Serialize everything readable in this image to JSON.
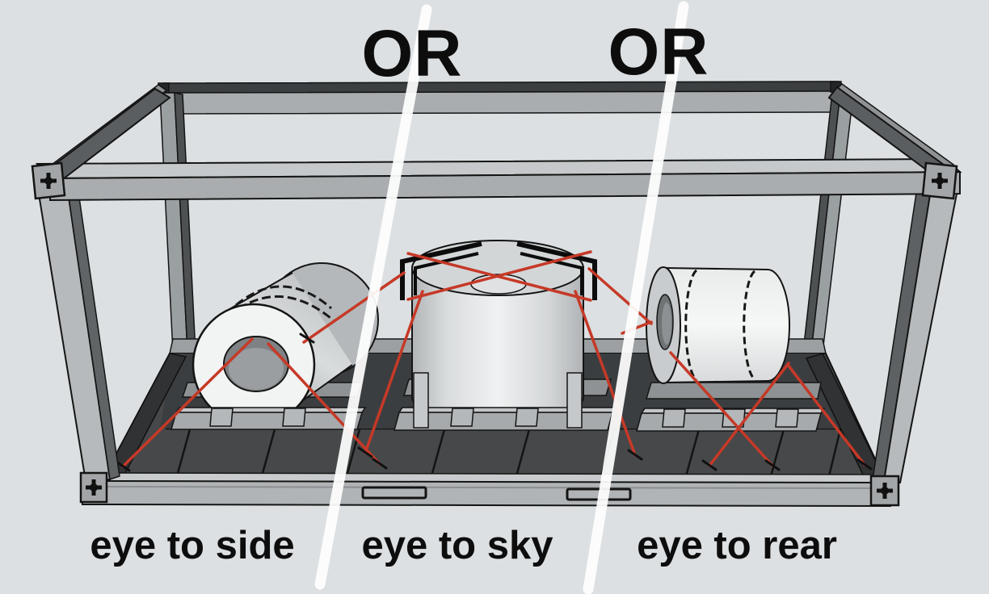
{
  "scene": {
    "background_color": "#dce0e2",
    "frame_color": "#aaaeb0",
    "frame_shadow_color": "#5a5e60",
    "floor_color": "#46484a",
    "coil_color": "#eef0f0",
    "lashing_color": "#c63927",
    "divider_color": "#ffffff",
    "text_color": "#0d0d0d"
  },
  "connectors": [
    {
      "label": "OR"
    },
    {
      "label": "OR"
    }
  ],
  "options": [
    {
      "id": "eye-to-side",
      "label": "eye to side"
    },
    {
      "id": "eye-to-sky",
      "label": "eye to sky"
    },
    {
      "id": "eye-to-rear",
      "label": "eye to rear"
    }
  ]
}
